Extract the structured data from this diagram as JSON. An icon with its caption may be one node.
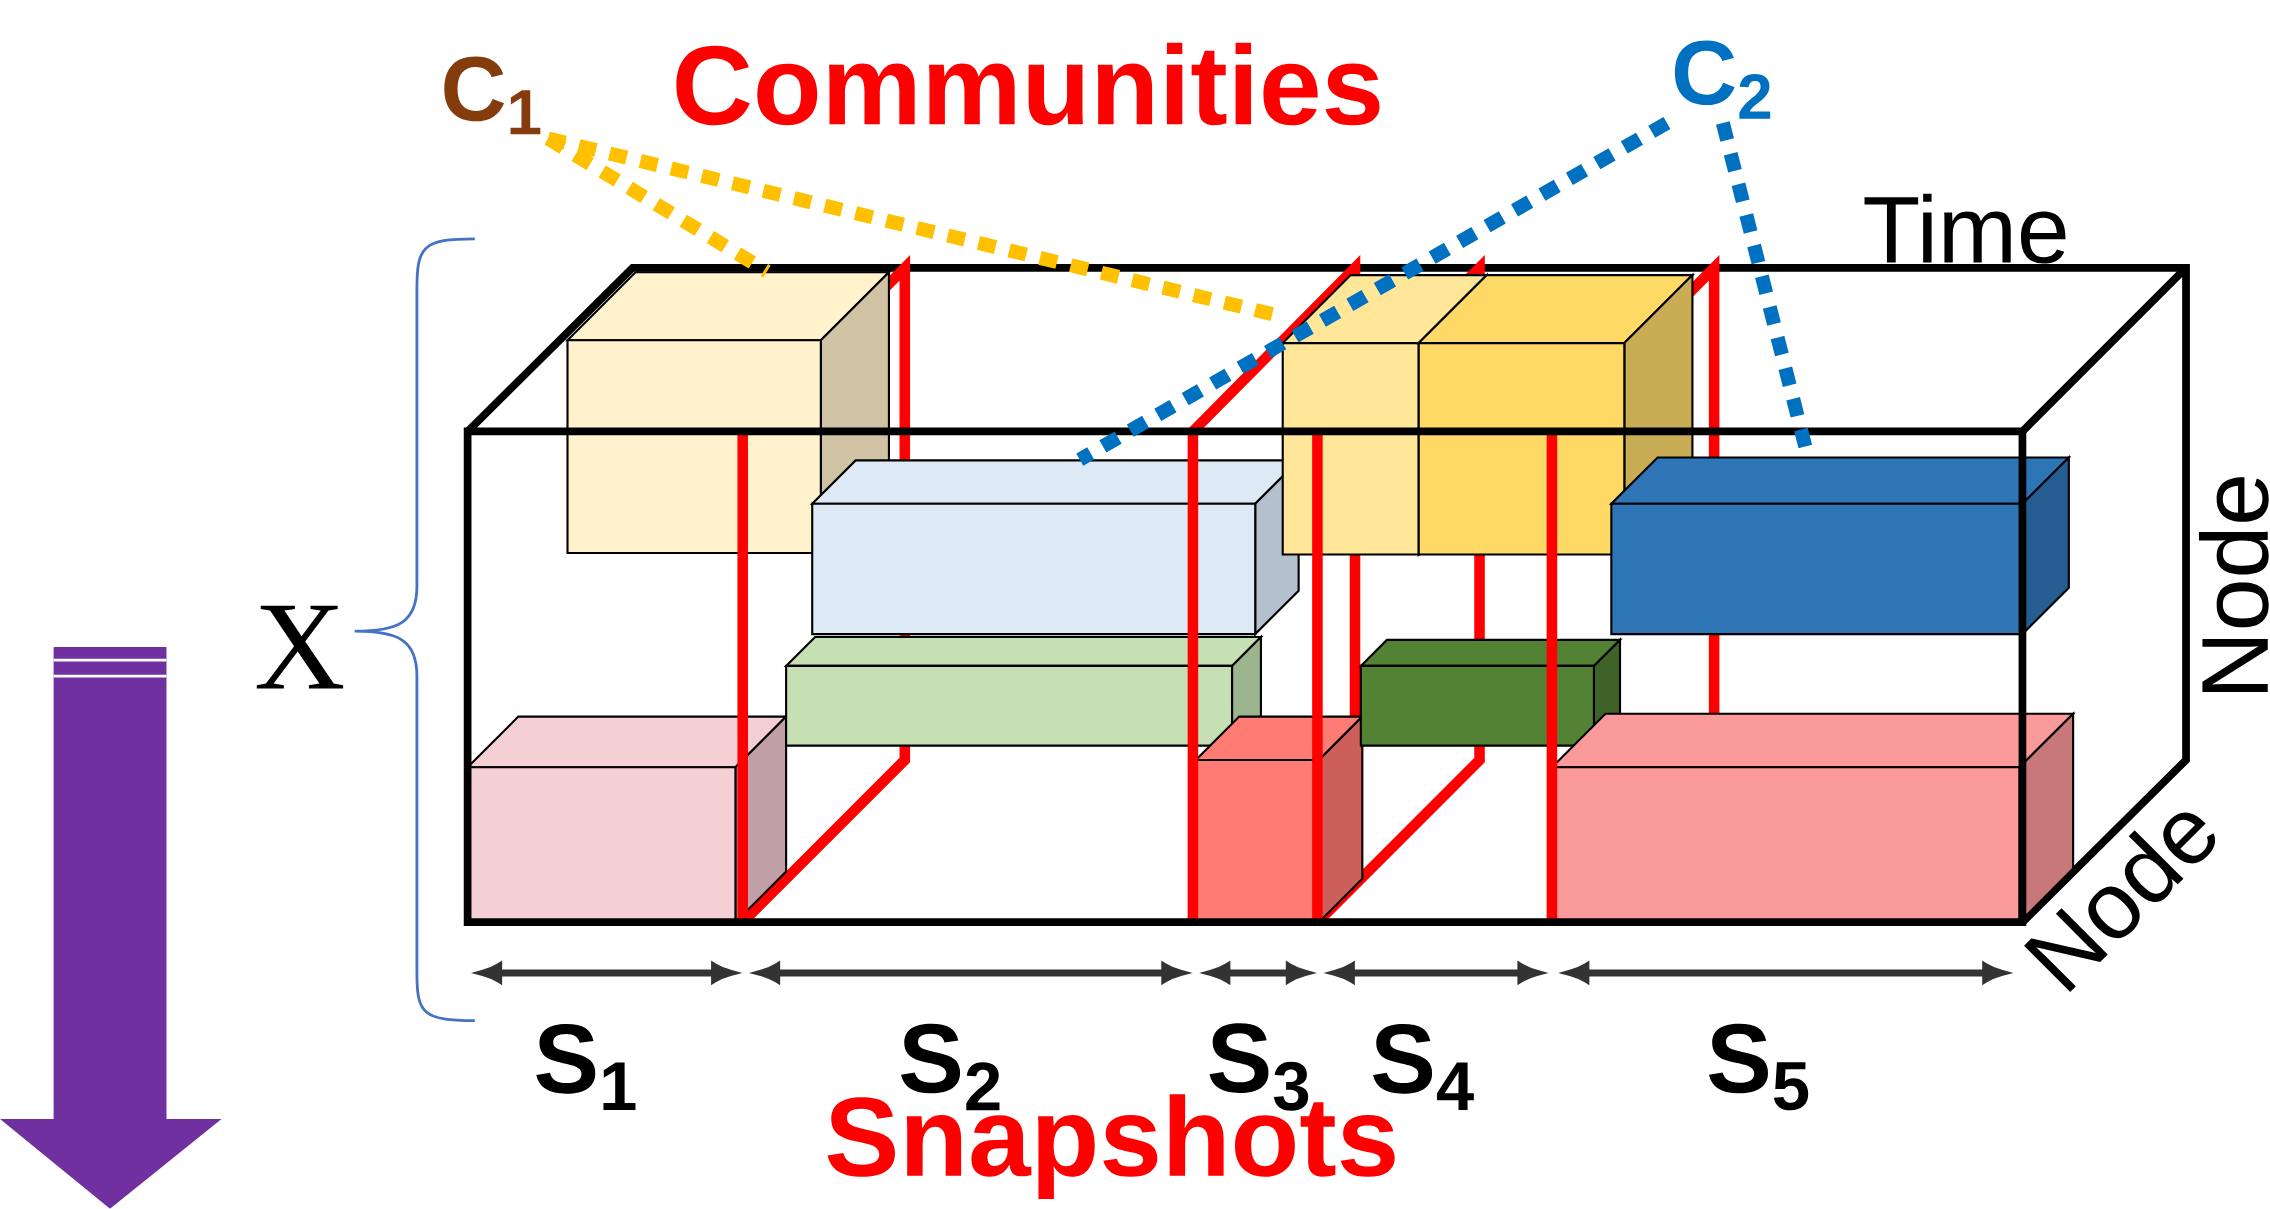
{
  "diagram": {
    "nodes": [
      {
        "text": [
          "C$_{1}$"
        ]
      },
      {
        "text": [
          "C$_{2}$"
        ]
      },
      {
        "text": [],
        "shape": "box"
      },
      {
        "text": [],
        "shape": "box"
      },
      {
        "text": [],
        "shape": "box"
      },
      {
        "text": [],
        "shape": "box"
      }
    ],
    "edges": [
      {
        "from": 0,
        "to": 2,
        "arrow": "none",
        "style": "dashed",
        "color": "#ffc000"
      },
      {
        "from": 0,
        "to": 3,
        "arrow": "none",
        "style": "dashed",
        "color": "#ffc000"
      },
      {
        "from": 1,
        "to": 4,
        "arrow": "none",
        "style": "dashed",
        "color": "#0070c0"
      },
      {
        "from": 1,
        "to": 5,
        "arrow": "none",
        "style": "dashed",
        "color": "#0070c0"
      }
    ],
    "labels": [
      "Communities",
      "Time",
      "X",
      "Node",
      "Node",
      "S$_{1}$",
      "S$_{2}$",
      "S$_{3}$",
      "S$_{4}$",
      "S$_{5}$",
      "Snapshots"
    ]
  }
}
